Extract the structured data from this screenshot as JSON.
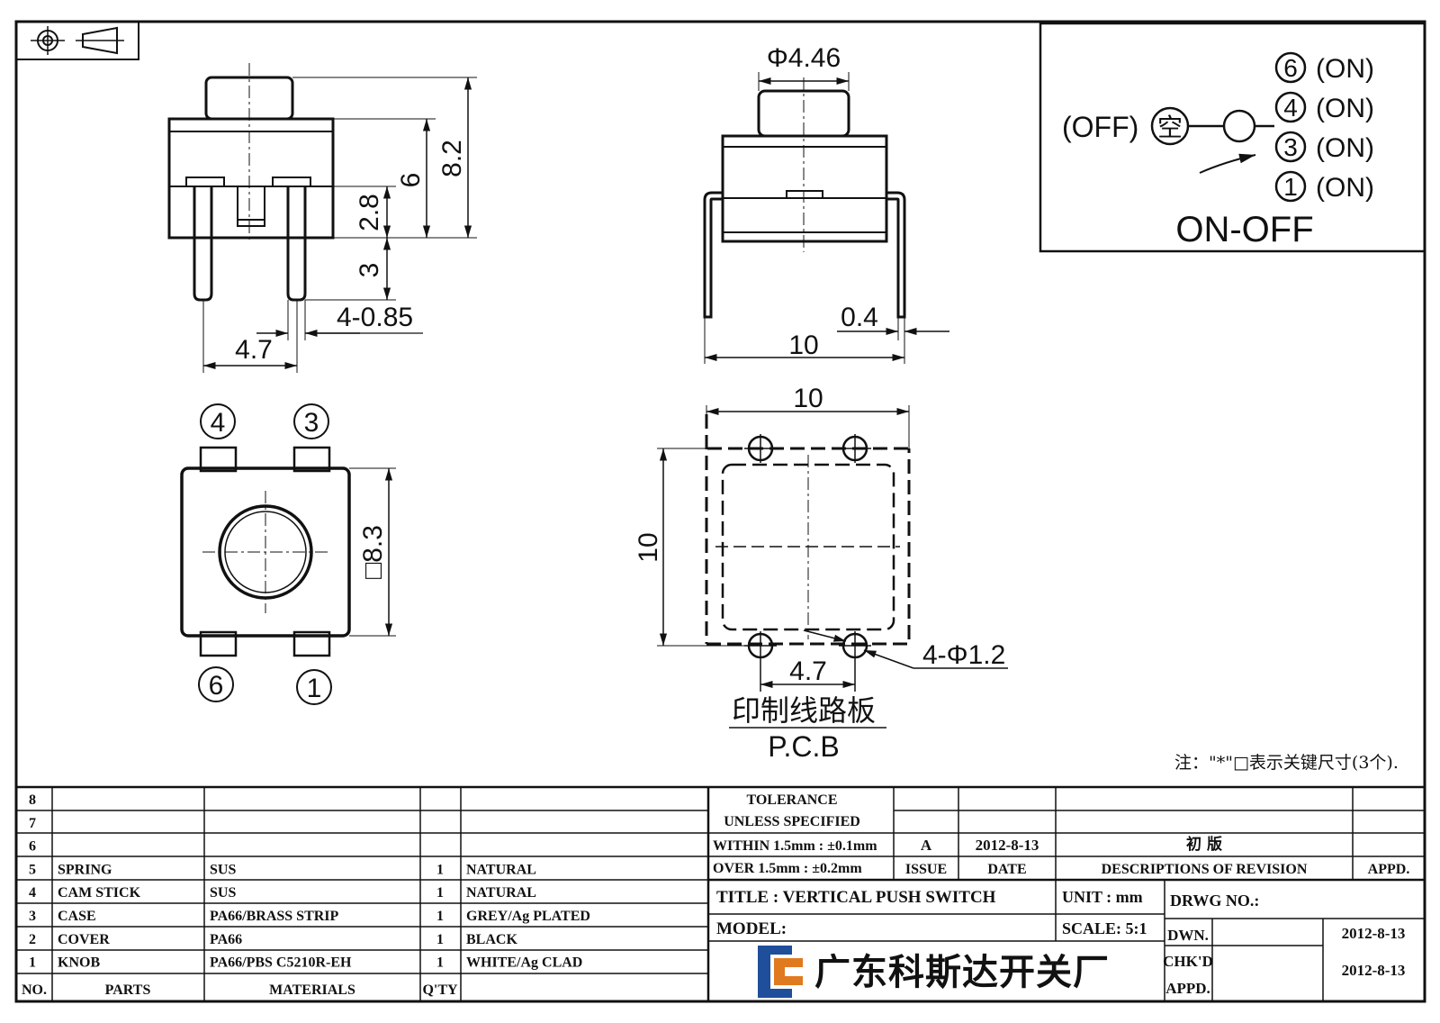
{
  "drawing": {
    "dims": {
      "front_height_total": "8.2",
      "front_height_body": "6",
      "front_height_lower": "2.8",
      "front_pin_length": "3",
      "pin_width": "4-0.85",
      "pin_pitch": "4.7",
      "knob_dia": "Φ4.46",
      "side_width": "10",
      "side_pin_thickness": "0.4",
      "top_size": "□8.3",
      "pcb_width": "10",
      "pcb_height": "10",
      "pcb_pitch": "4.7",
      "pcb_hole": "4-Φ1.2"
    },
    "pins": {
      "tl": "4",
      "tr": "3",
      "bl": "6",
      "br": "1"
    },
    "schematic": {
      "off_label": "(OFF)",
      "off_symbol": "空",
      "pos6": "6",
      "pos4": "4",
      "pos3": "3",
      "pos1": "1",
      "on_label": "(ON)",
      "title": "ON-OFF"
    },
    "pcb_label_cn": "印制线路板",
    "pcb_label_en": "P.C.B",
    "note": "注：\"*\"□表示关键尺寸(3个)."
  },
  "bom": {
    "rows": [
      {
        "no": "8",
        "part": "",
        "material": "",
        "qty": "",
        "finish": ""
      },
      {
        "no": "7",
        "part": "",
        "material": "",
        "qty": "",
        "finish": ""
      },
      {
        "no": "6",
        "part": "",
        "material": "",
        "qty": "",
        "finish": ""
      },
      {
        "no": "5",
        "part": "SPRING",
        "material": "SUS",
        "qty": "1",
        "finish": "NATURAL"
      },
      {
        "no": "4",
        "part": "CAM STICK",
        "material": "SUS",
        "qty": "1",
        "finish": "NATURAL"
      },
      {
        "no": "3",
        "part": "CASE",
        "material": "PA66/BRASS STRIP",
        "qty": "1",
        "finish": "GREY/Ag PLATED"
      },
      {
        "no": "2",
        "part": "COVER",
        "material": "PA66",
        "qty": "1",
        "finish": "BLACK"
      },
      {
        "no": "1",
        "part": "KNOB",
        "material": "PA66/PBS C5210R-EH",
        "qty": "1",
        "finish": "WHITE/Ag CLAD"
      }
    ],
    "headers": {
      "no": "NO.",
      "parts": "PARTS",
      "materials": "MATERIALS",
      "qty": "Q'TY"
    }
  },
  "titleblock": {
    "tolerance_1": "TOLERANCE",
    "tolerance_2": "UNLESS  SPECIFIED",
    "within": "WITHIN 1.5mm : ±0.1mm",
    "over": "OVER 1.5mm : ±0.2mm",
    "issue_val": "A",
    "date_val": "2012-8-13",
    "revision_val": "初  版",
    "issue_hdr": "ISSUE",
    "date_hdr": "DATE",
    "desc_hdr": "DESCRIPTIONS OF REVISION",
    "appd_hdr": "APPD.",
    "title": "TITLE :  VERTICAL PUSH SWITCH",
    "unit": "UNIT :  mm",
    "drwg": "DRWG NO.:",
    "model": "MODEL:",
    "scale": "SCALE:  5:1",
    "dwn": "DWN.",
    "dwn_date": "2012-8-13",
    "chkd": "CHK'D",
    "chkd_date": "2012-8-13",
    "appd": "APPD.",
    "company": "广东科斯达开关厂",
    "colors": {
      "logo_blue": "#1f4e9a",
      "logo_orange": "#e07a1f"
    }
  }
}
